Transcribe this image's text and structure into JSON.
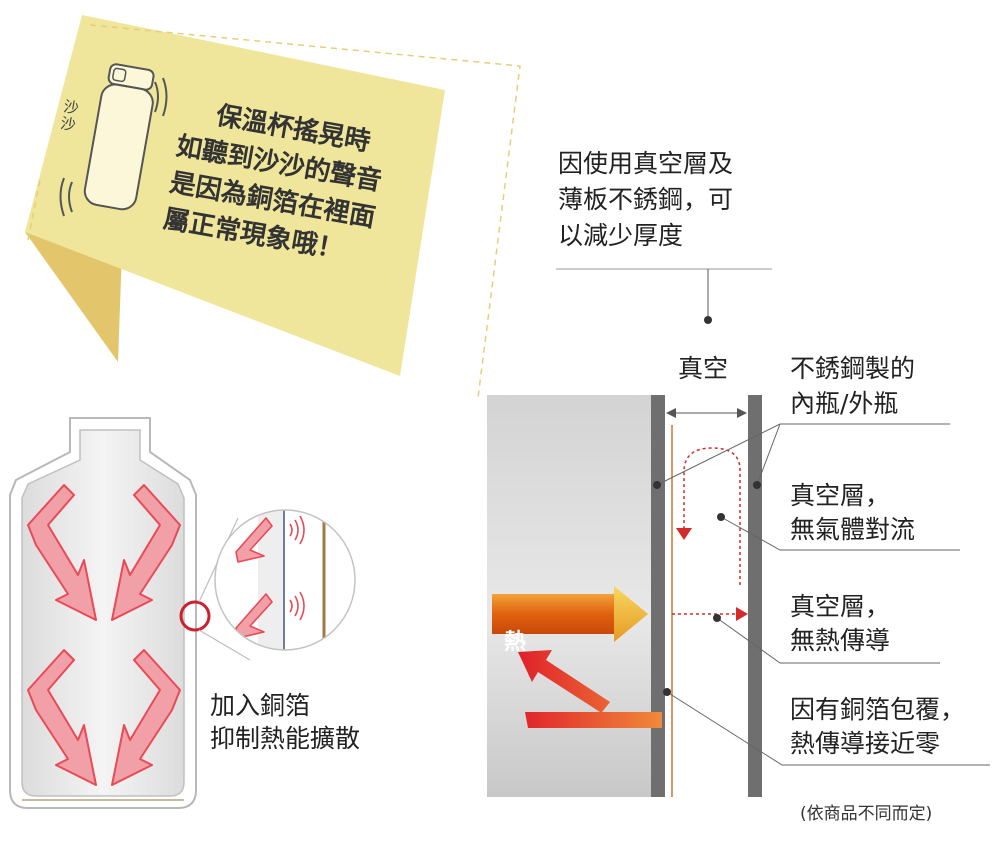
{
  "bubble": {
    "lines": [
      "保溫杯搖晃時",
      "如聽到沙沙的聲音",
      "是因為銅箔在裡面",
      "屬正常現象哦！"
    ],
    "sound": "沙沙"
  },
  "left": {
    "foil_label": [
      "加入銅箔",
      "抑制熱能擴散"
    ]
  },
  "right": {
    "top_note": [
      "因使用真空層及",
      "薄板不銹鋼，可",
      "以減少厚度"
    ],
    "vacuum_label": "真空",
    "heat_label": "熱",
    "callouts": [
      [
        "不銹鋼製的",
        "內瓶/外瓶"
      ],
      [
        "真空層，",
        "無氣體對流"
      ],
      [
        "真空層，",
        "無熱傳導"
      ],
      [
        "因有銅箔包覆，",
        "熱傳導接近零"
      ]
    ],
    "footnote": "(依商品不同而定)"
  },
  "colors": {
    "bubble_fill": "#efe69c",
    "bubble_shadow": "#e3c56b",
    "arrow_red": "#e84a56",
    "heat_orange": "#e26a12",
    "wall_gray": "#6f6f6f"
  }
}
